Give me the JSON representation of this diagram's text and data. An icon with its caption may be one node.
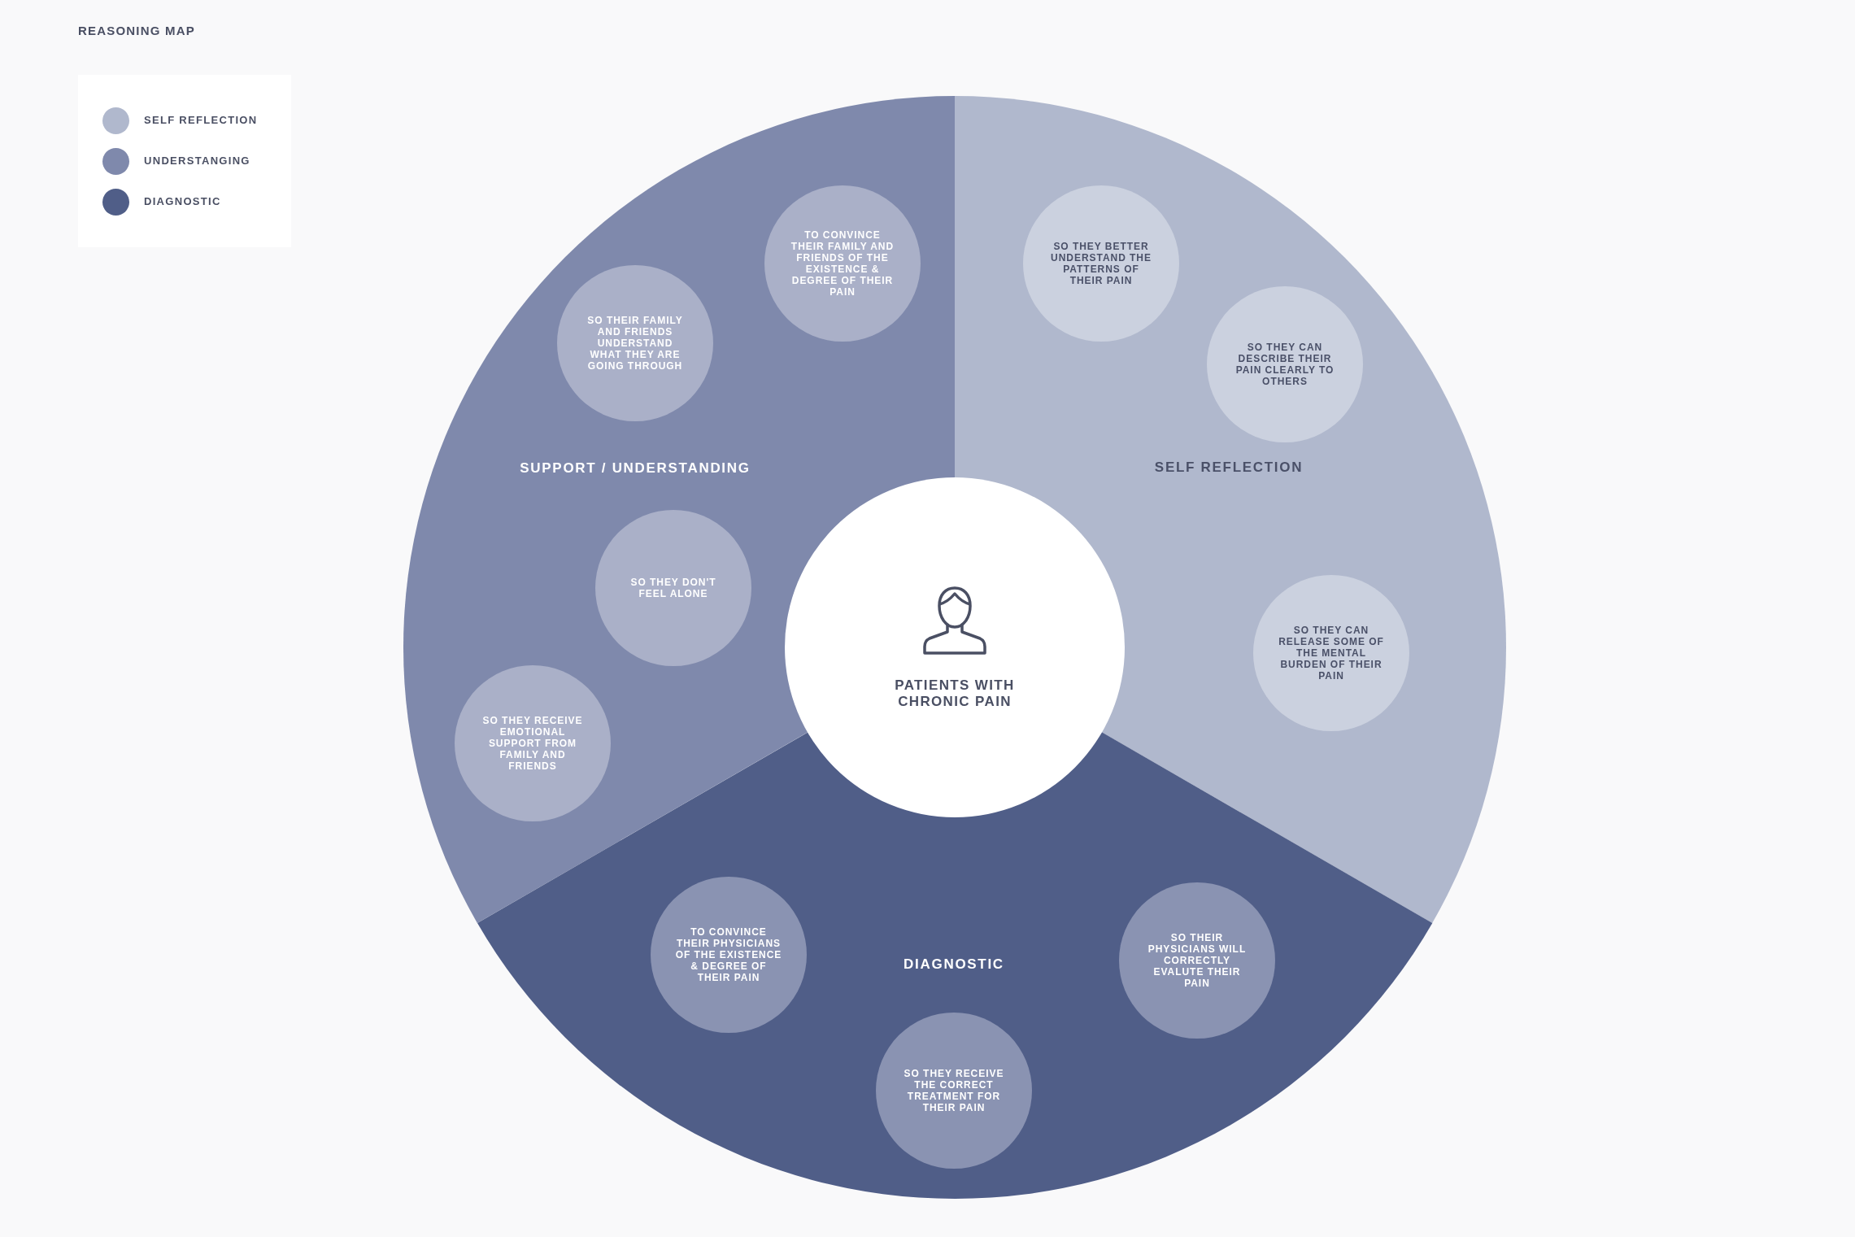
{
  "diagram": {
    "title": "REASONING MAP",
    "nodes": [
      {
        "text": [
          "PATIENTS WITH CHRONIC PAIN"
        ]
      },
      {
        "text": [
          "SUPPORT / UNDERSTANDING"
        ]
      },
      {
        "text": [
          "SELF REFLECTION"
        ]
      },
      {
        "text": [
          "DIAGNOSTIC"
        ]
      },
      {
        "text": [
          "TO CONVINCE THEIR FAMILY AND FRIENDS OF THE EXISTENCE & DEGREE OF THEIR PAIN"
        ],
        "in": 1
      },
      {
        "text": [
          "SO THEIR FAMILY AND FRIENDS UNDERSTAND WHAT THEY ARE GOING THROUGH"
        ],
        "in": 1
      },
      {
        "text": [
          "SO THEY DON'T FEEL ALONE"
        ],
        "in": 1
      },
      {
        "text": [
          "SO THEY RECEIVE EMOTIONAL SUPPORT FROM FAMILY AND FRIENDS"
        ],
        "in": 1
      },
      {
        "text": [
          "SO THEY BETTER UNDERSTAND THE PATTERNS OF THEIR PAIN"
        ],
        "in": 2
      },
      {
        "text": [
          "SO THEY CAN DESCRIBE THEIR PAIN CLEARLY TO OTHERS"
        ],
        "in": 2
      },
      {
        "text": [
          "SO THEY CAN RELEASE SOME OF THE MENTAL BURDEN OF THEIR PAIN"
        ],
        "in": 2
      },
      {
        "text": [
          "TO CONVINCE THEIR PHYSICIANS OF THE EXISTENCE & DEGREE OF THEIR PAIN"
        ],
        "in": 3
      },
      {
        "text": [
          "SO THEIR PHYSICIANS WILL CORRECTLY EVALUTE THEIR PAIN"
        ],
        "in": 3
      },
      {
        "text": [
          "SO THEY RECEIVE THE CORRECT TREATMENT FOR THEIR PAIN"
        ],
        "in": 3
      }
    ],
    "legend": [
      {
        "text": "SELF REFLECTION",
        "color": "#b0b8cd"
      },
      {
        "text": "UNDERSTANGING",
        "color": "#7f89ac"
      },
      {
        "text": "DIAGNOSTIC",
        "color": "#505e88"
      }
    ]
  }
}
